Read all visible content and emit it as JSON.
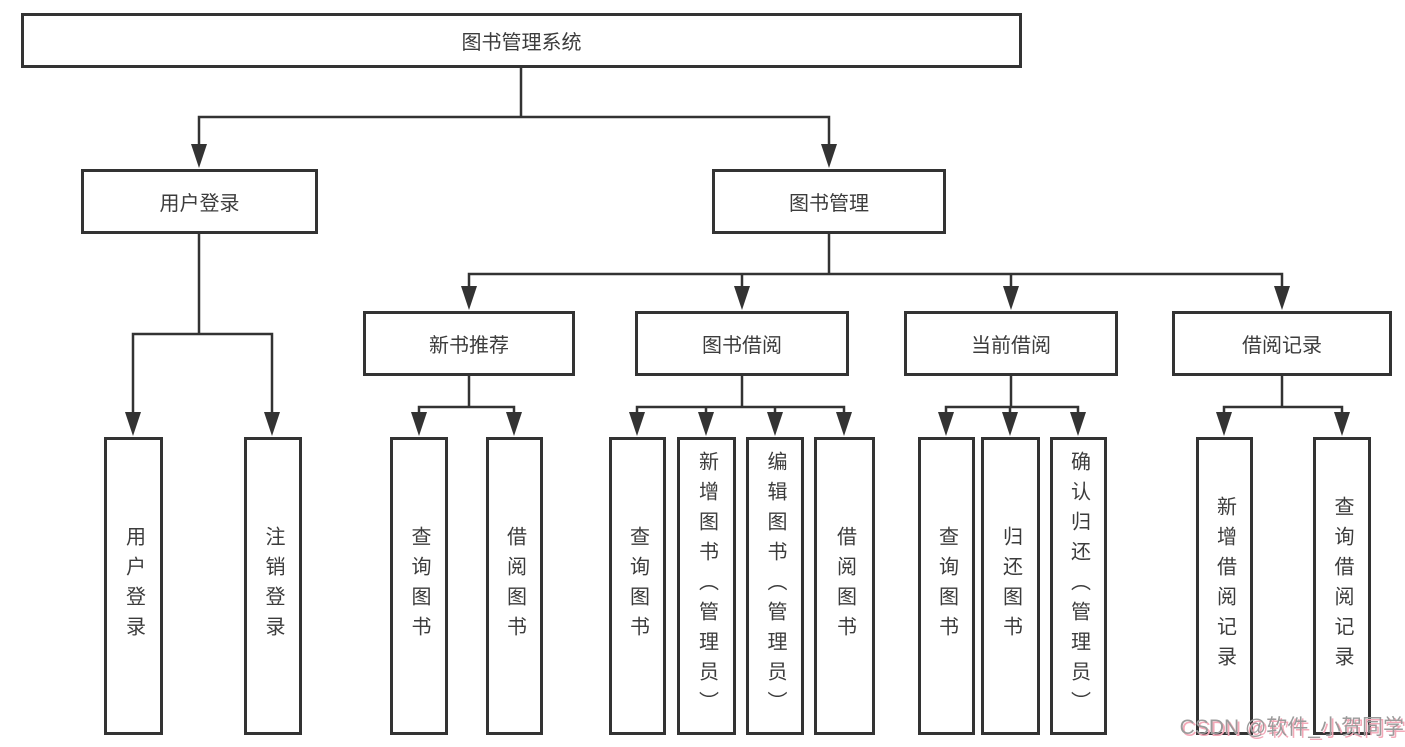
{
  "diagram": {
    "root": {
      "label": "图书管理系统"
    },
    "level2": {
      "login": {
        "label": "用户登录"
      },
      "management": {
        "label": "图书管理"
      }
    },
    "level3": {
      "recommend": {
        "label": "新书推荐"
      },
      "borrow": {
        "label": "图书借阅"
      },
      "current": {
        "label": "当前借阅"
      },
      "records": {
        "label": "借阅记录"
      }
    },
    "leaves": {
      "login": [
        {
          "label": "用户登录"
        },
        {
          "label": "注销登录"
        }
      ],
      "recommend": [
        {
          "label": "查询图书"
        },
        {
          "label": "借阅图书"
        }
      ],
      "borrow": [
        {
          "label": "查询图书"
        },
        {
          "label": "新增图书（管理员）"
        },
        {
          "label": "编辑图书（管理员）"
        },
        {
          "label": "借阅图书"
        }
      ],
      "current": [
        {
          "label": "查询图书"
        },
        {
          "label": "归还图书"
        },
        {
          "label": "确认归还（管理员）"
        }
      ],
      "records": [
        {
          "label": "新增借阅记录"
        },
        {
          "label": "查询借阅记录"
        }
      ]
    },
    "colors": {
      "line": "#333333",
      "box_border": "#333333",
      "box_fill": "#ffffff",
      "text": "#3c3c3c"
    }
  },
  "watermark": {
    "text": "CSDN @软件_小贺同学",
    "pink": "#f3a9b8",
    "gray": "#9b9b9b"
  }
}
